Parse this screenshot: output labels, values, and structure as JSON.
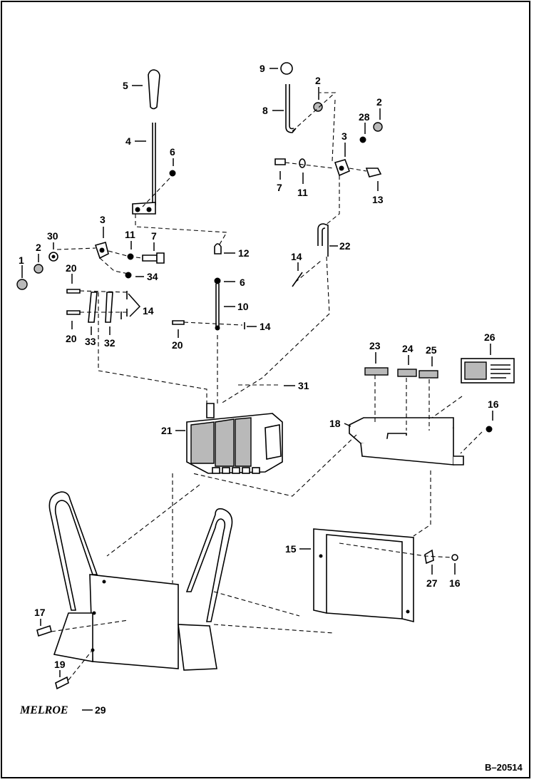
{
  "callouts": [
    {
      "id": "c5",
      "label": "5"
    },
    {
      "id": "c4",
      "label": "4"
    },
    {
      "id": "c6a",
      "label": "6"
    },
    {
      "id": "c3a",
      "label": "3"
    },
    {
      "id": "c30",
      "label": "30"
    },
    {
      "id": "c2a",
      "label": "2"
    },
    {
      "id": "c1",
      "label": "1"
    },
    {
      "id": "c11a",
      "label": "11"
    },
    {
      "id": "c7a",
      "label": "7"
    },
    {
      "id": "c34",
      "label": "34"
    },
    {
      "id": "c20a",
      "label": "20"
    },
    {
      "id": "c14a",
      "label": "14"
    },
    {
      "id": "c20b",
      "label": "20"
    },
    {
      "id": "c33",
      "label": "33"
    },
    {
      "id": "c32",
      "label": "32"
    },
    {
      "id": "c12",
      "label": "12"
    },
    {
      "id": "c6b",
      "label": "6"
    },
    {
      "id": "c10",
      "label": "10"
    },
    {
      "id": "c14b",
      "label": "14"
    },
    {
      "id": "c20c",
      "label": "20"
    },
    {
      "id": "c9",
      "label": "9"
    },
    {
      "id": "c2b",
      "label": "2"
    },
    {
      "id": "c8",
      "label": "8"
    },
    {
      "id": "c2c",
      "label": "2"
    },
    {
      "id": "c28",
      "label": "28"
    },
    {
      "id": "c3b",
      "label": "3"
    },
    {
      "id": "c7b",
      "label": "7"
    },
    {
      "id": "c11b",
      "label": "11"
    },
    {
      "id": "c13",
      "label": "13"
    },
    {
      "id": "c22",
      "label": "22"
    },
    {
      "id": "c14c",
      "label": "14"
    },
    {
      "id": "c31",
      "label": "31"
    },
    {
      "id": "c21",
      "label": "21"
    },
    {
      "id": "c23",
      "label": "23"
    },
    {
      "id": "c24",
      "label": "24"
    },
    {
      "id": "c25",
      "label": "25"
    },
    {
      "id": "c26",
      "label": "26"
    },
    {
      "id": "c18",
      "label": "18"
    },
    {
      "id": "c16a",
      "label": "16"
    },
    {
      "id": "c15",
      "label": "15"
    },
    {
      "id": "c27",
      "label": "27"
    },
    {
      "id": "c16b",
      "label": "16"
    },
    {
      "id": "c17",
      "label": "17"
    },
    {
      "id": "c19",
      "label": "19"
    },
    {
      "id": "c29",
      "label": "29"
    }
  ],
  "logo": "MELROE",
  "drawing_number": "B–20514"
}
